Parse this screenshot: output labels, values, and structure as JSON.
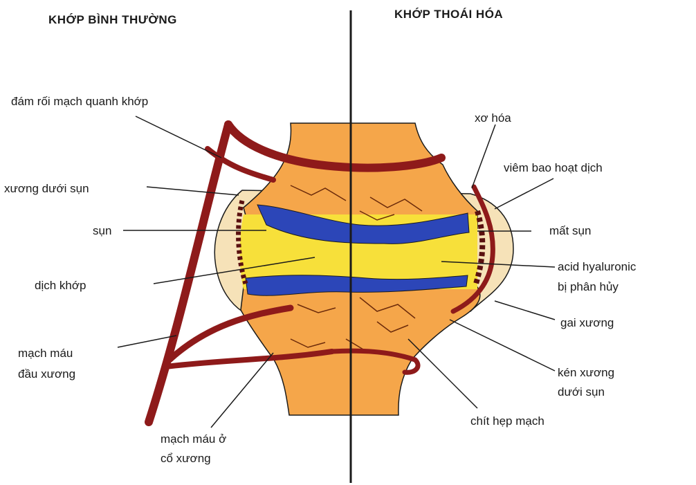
{
  "titles": {
    "left": "KHỚP BÌNH THƯỜNG",
    "right": "KHỚP THOÁI HÓA"
  },
  "labels": {
    "dam_roi_mach": "đám rối mạch quanh khớp",
    "xuong_duoi_sun": "xương dưới sụn",
    "sun": "sụn",
    "dich_khop": "dịch khớp",
    "mach_mau_dau_xuong_1": "mạch máu",
    "mach_mau_dau_xuong_2": "đầu xương",
    "mach_mau_co_xuong_1": "mạch máu ở",
    "mach_mau_co_xuong_2": "cổ xương",
    "xo_hoa": "xơ hóa",
    "viem_bao_hoat_dich": "viêm bao hoạt dịch",
    "mat_sun": "mất sụn",
    "acid_1": "acid hyaluronic",
    "acid_2": "bị phân hủy",
    "gai_xuong": "gai xương",
    "ken_xuong_1": "kén xương",
    "ken_xuong_2": "dưới sụn",
    "chit_hep_mach": "chít hẹp mạch"
  },
  "colors": {
    "bone": "#f5a64a",
    "cartilage": "#2c46b8",
    "fluid": "#f7e03a",
    "vessel": "#8e1a1a",
    "capsule": "#f6e2b8",
    "line": "#1a1a1a"
  }
}
